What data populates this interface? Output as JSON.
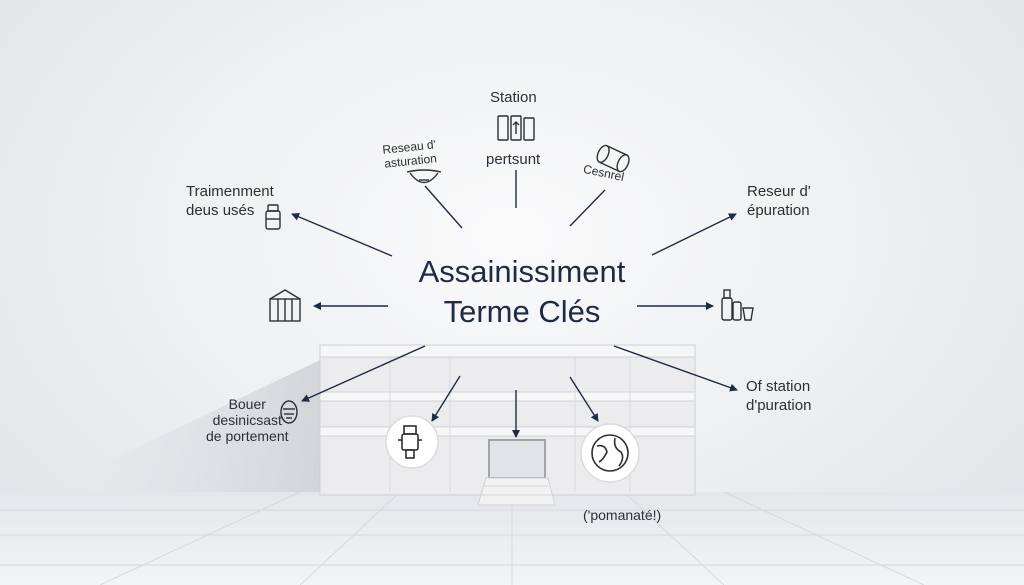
{
  "diagram": {
    "title": "Assainissiment\nTerme Clés",
    "labels": {
      "station_top": "Station",
      "pertsunt": "pertsunt",
      "reseau_asturation": "Reseau d'\nasturation",
      "cesnrel": "Cesnrel",
      "traitement": "Traimenment\ndeus usés",
      "reseur_epuration": "Reseur d'\népuration",
      "bouer": "Bouer\ndesinicsast\nde portement",
      "of_station": "Of station\nd'puration",
      "pomanate": "('pomanaté!)"
    },
    "icons": {
      "station": "battery-tanks-icon",
      "asturation": "bowl-icon",
      "cesnrel": "pipe-roll-icon",
      "traitement": "filter-bottle-icon",
      "building": "water-tank-building-icon",
      "epuration": "bottles-cup-icon",
      "bouer": "mask-icon",
      "pump": "pump-icon",
      "globe": "globe-icon"
    },
    "colors": {
      "line": "#1f2a44",
      "text": "#2b2f36",
      "title": "#1f2a44"
    }
  }
}
